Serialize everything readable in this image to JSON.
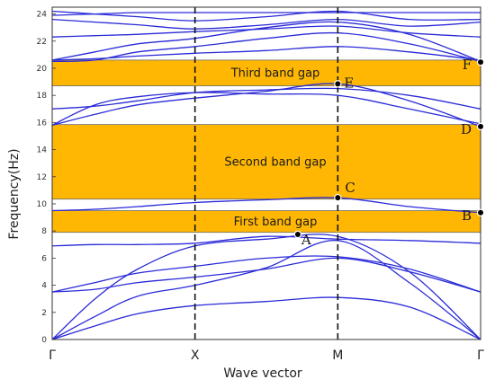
{
  "chart_data": {
    "type": "line",
    "xlabel": "Wave vector",
    "ylabel": "Frequency(Hz)",
    "ylim": [
      0,
      24.5
    ],
    "y_ticks": [
      0,
      2,
      4,
      6,
      8,
      10,
      12,
      14,
      16,
      18,
      20,
      22,
      24
    ],
    "x_ticks": [
      "Γ",
      "X",
      "M",
      "Γ"
    ],
    "x_positions": [
      0,
      1,
      2,
      3
    ],
    "grid": false,
    "vertical_dashed_lines_at": [
      1,
      2
    ],
    "band_color": "#2a2ad8",
    "gap_color": "#ffb703",
    "band_gaps": [
      {
        "label": "First band gap",
        "y0": 7.9,
        "y1": 9.5
      },
      {
        "label": "Second band gap",
        "y0": 10.35,
        "y1": 15.85
      },
      {
        "label": "Third band gap",
        "y0": 18.7,
        "y1": 20.6
      }
    ],
    "points": [
      {
        "label": "A",
        "x": 1.72,
        "y": 7.75
      },
      {
        "label": "B",
        "x": 3.0,
        "y": 9.35
      },
      {
        "label": "C",
        "x": 2.0,
        "y": 10.45
      },
      {
        "label": "D",
        "x": 3.0,
        "y": 15.7
      },
      {
        "label": "E",
        "x": 2.0,
        "y": 18.85
      },
      {
        "label": "F",
        "x": 3.0,
        "y": 20.45
      }
    ],
    "series": [
      {
        "values": [
          [
            0,
            0
          ],
          [
            0.3,
            1.0
          ],
          [
            0.6,
            1.9
          ],
          [
            1,
            2.5
          ],
          [
            1.5,
            2.8
          ],
          [
            2,
            3.1
          ],
          [
            2.5,
            2.4
          ],
          [
            3,
            0
          ]
        ]
      },
      {
        "values": [
          [
            0,
            0
          ],
          [
            0.3,
            1.7
          ],
          [
            0.6,
            3.2
          ],
          [
            1,
            4.0
          ],
          [
            1.5,
            5.3
          ],
          [
            2,
            7.3
          ],
          [
            2.5,
            4.2
          ],
          [
            3,
            0
          ]
        ]
      },
      {
        "values": [
          [
            0,
            0
          ],
          [
            0.3,
            3.0
          ],
          [
            0.6,
            5.2
          ],
          [
            1,
            6.9
          ],
          [
            1.5,
            7.4
          ],
          [
            2,
            7.6
          ],
          [
            2.5,
            5.0
          ],
          [
            3,
            0
          ]
        ]
      },
      {
        "values": [
          [
            0,
            3.5
          ],
          [
            0.3,
            3.7
          ],
          [
            0.6,
            4.2
          ],
          [
            1,
            4.6
          ],
          [
            1.5,
            5.2
          ],
          [
            2,
            6.0
          ],
          [
            2.5,
            5.0
          ],
          [
            3,
            3.5
          ]
        ]
      },
      {
        "values": [
          [
            0,
            3.5
          ],
          [
            0.3,
            4.2
          ],
          [
            0.6,
            4.9
          ],
          [
            1,
            5.4
          ],
          [
            1.5,
            6.0
          ],
          [
            2,
            6.1
          ],
          [
            2.5,
            5.2
          ],
          [
            3,
            3.5
          ]
        ]
      },
      {
        "values": [
          [
            0,
            6.9
          ],
          [
            0.3,
            7.0
          ],
          [
            0.6,
            7.0
          ],
          [
            1,
            7.1
          ],
          [
            1.5,
            7.6
          ],
          [
            2,
            7.4
          ],
          [
            2.5,
            7.3
          ],
          [
            3,
            7.1
          ]
        ]
      },
      {
        "values": [
          [
            0,
            9.5
          ],
          [
            0.3,
            9.6
          ],
          [
            0.6,
            9.8
          ],
          [
            1,
            10.1
          ],
          [
            1.5,
            10.3
          ],
          [
            2,
            10.45
          ],
          [
            2.5,
            9.8
          ],
          [
            3,
            9.35
          ]
        ]
      },
      {
        "values": [
          [
            0,
            15.8
          ],
          [
            0.3,
            16.6
          ],
          [
            0.6,
            17.3
          ],
          [
            1,
            17.8
          ],
          [
            1.5,
            18.3
          ],
          [
            2,
            18.85
          ],
          [
            2.5,
            17.6
          ],
          [
            3,
            15.7
          ]
        ]
      },
      {
        "values": [
          [
            0,
            15.8
          ],
          [
            0.3,
            17.3
          ],
          [
            0.6,
            17.9
          ],
          [
            1,
            18.2
          ],
          [
            1.5,
            18.1
          ],
          [
            2,
            18.0
          ],
          [
            2.5,
            17.0
          ],
          [
            3,
            15.9
          ]
        ]
      },
      {
        "values": [
          [
            0,
            17.0
          ],
          [
            0.3,
            17.2
          ],
          [
            0.6,
            17.6
          ],
          [
            1,
            18.2
          ],
          [
            1.5,
            18.4
          ],
          [
            2,
            18.5
          ],
          [
            2.5,
            18.0
          ],
          [
            3,
            17.0
          ]
        ]
      },
      {
        "values": [
          [
            0,
            20.5
          ],
          [
            0.3,
            20.6
          ],
          [
            0.6,
            21.2
          ],
          [
            1,
            21.6
          ],
          [
            1.5,
            22.2
          ],
          [
            2,
            22.6
          ],
          [
            2.5,
            21.8
          ],
          [
            3,
            20.5
          ]
        ]
      },
      {
        "values": [
          [
            0,
            20.6
          ],
          [
            0.3,
            21.2
          ],
          [
            0.6,
            21.8
          ],
          [
            1,
            22.2
          ],
          [
            1.5,
            23.0
          ],
          [
            2,
            23.4
          ],
          [
            2.5,
            22.5
          ],
          [
            3,
            20.5
          ]
        ]
      },
      {
        "values": [
          [
            0,
            22.3
          ],
          [
            0.3,
            22.4
          ],
          [
            0.6,
            22.5
          ],
          [
            1,
            22.7
          ],
          [
            1.5,
            22.9
          ],
          [
            2,
            23.1
          ],
          [
            2.5,
            22.6
          ],
          [
            3,
            22.3
          ]
        ]
      },
      {
        "values": [
          [
            0,
            23.6
          ],
          [
            0.3,
            23.4
          ],
          [
            0.6,
            23.2
          ],
          [
            1,
            22.9
          ],
          [
            1.5,
            23.2
          ],
          [
            2,
            23.6
          ],
          [
            2.5,
            23.1
          ],
          [
            3,
            23.4
          ]
        ]
      },
      {
        "values": [
          [
            0,
            24.2
          ],
          [
            0.3,
            24.0
          ],
          [
            0.6,
            23.8
          ],
          [
            1,
            23.5
          ],
          [
            1.5,
            23.8
          ],
          [
            2,
            24.2
          ],
          [
            2.5,
            23.6
          ],
          [
            3,
            23.6
          ]
        ]
      },
      {
        "values": [
          [
            0,
            23.9
          ],
          [
            0.3,
            24.0
          ],
          [
            0.6,
            24.1
          ],
          [
            1,
            24.1
          ],
          [
            1.5,
            24.1
          ],
          [
            2,
            24.1
          ],
          [
            2.5,
            24.1
          ],
          [
            3,
            24.1
          ]
        ]
      },
      {
        "values": [
          [
            0,
            20.6
          ],
          [
            0.3,
            20.7
          ],
          [
            0.6,
            20.9
          ],
          [
            1,
            21.1
          ],
          [
            1.5,
            21.3
          ],
          [
            2,
            21.6
          ],
          [
            2.5,
            21.2
          ],
          [
            3,
            20.6
          ]
        ]
      }
    ]
  }
}
